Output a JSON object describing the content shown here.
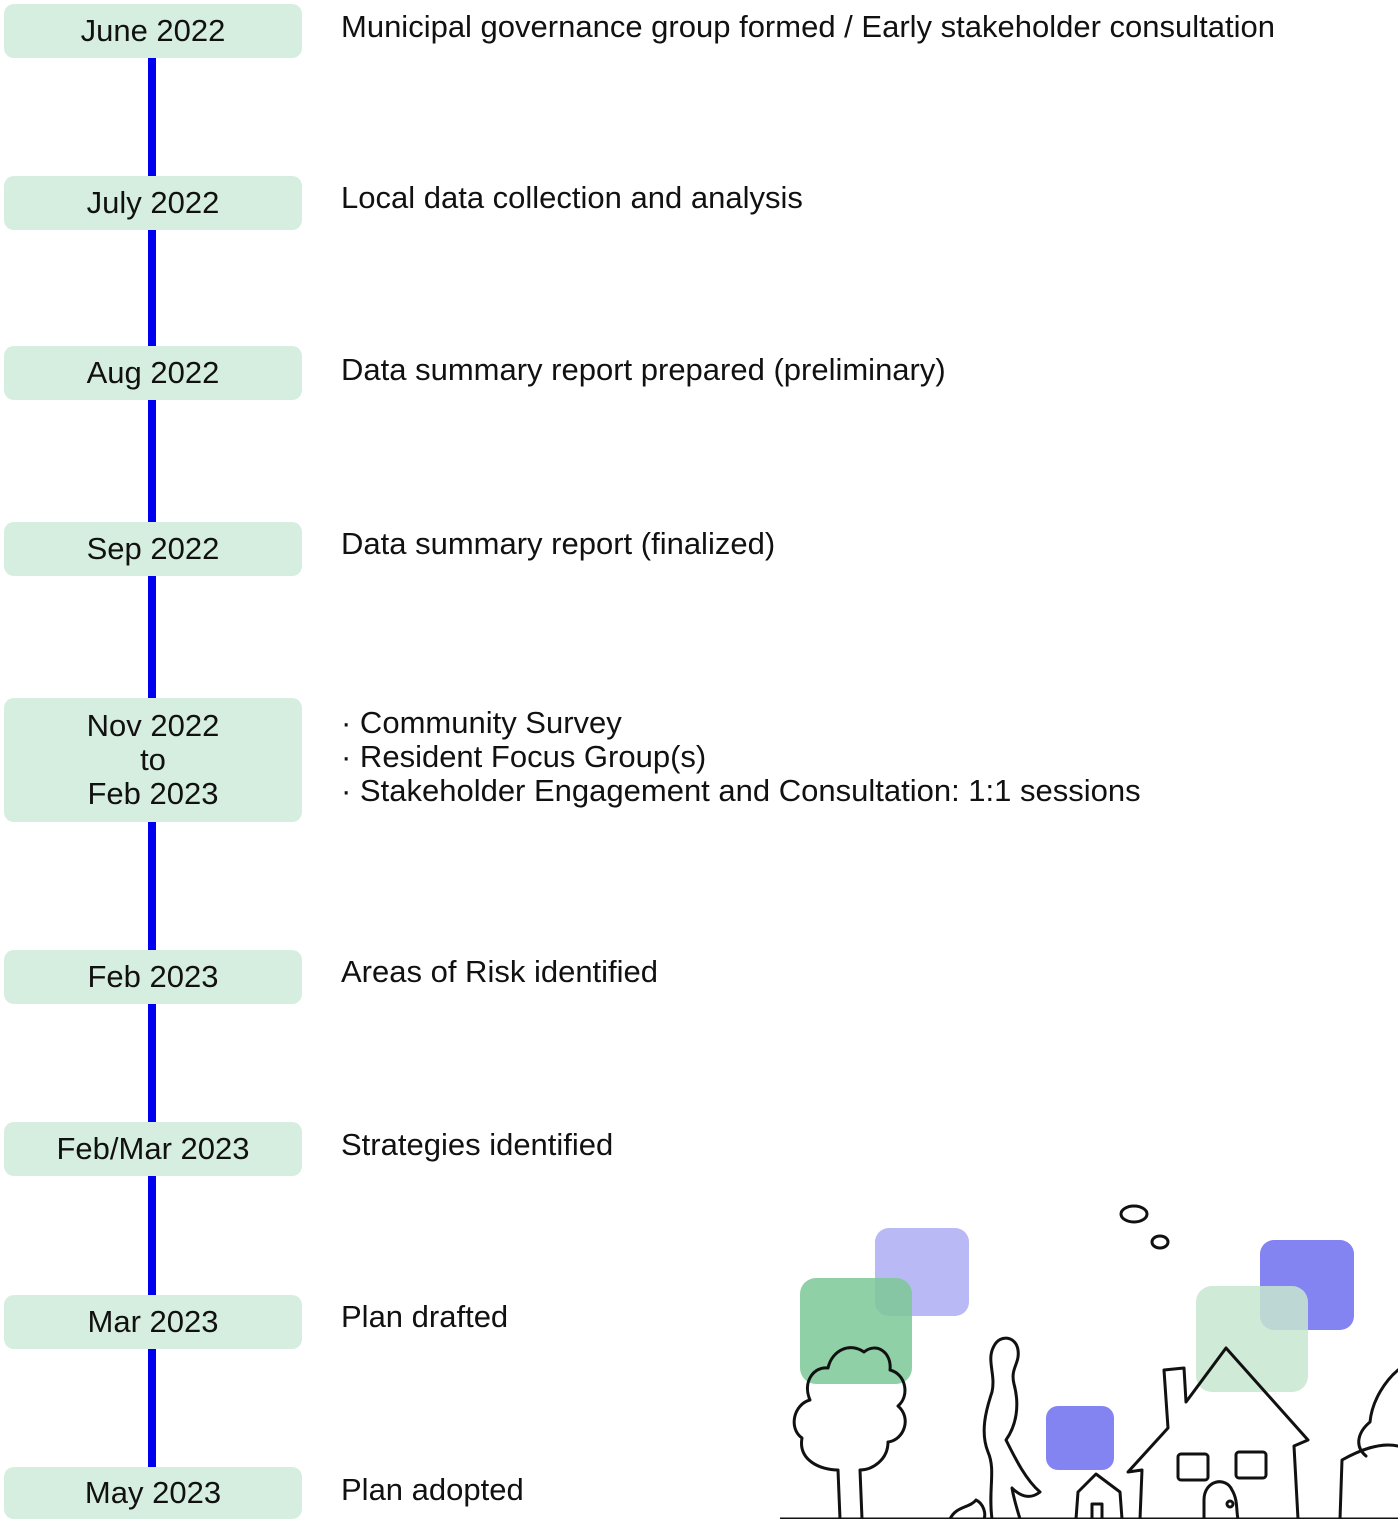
{
  "timeline": [
    {
      "date": "June 2022",
      "event": "Municipal governance group formed / Early stakeholder consultation"
    },
    {
      "date": "July 2022",
      "event": "Local data collection and analysis"
    },
    {
      "date": "Aug 2022",
      "event": "Data summary report prepared (preliminary)"
    },
    {
      "date": "Sep 2022",
      "event": "Data summary report (finalized)"
    },
    {
      "date_lines": [
        "Nov 2022",
        "to",
        "Feb 2023"
      ],
      "event_lines": [
        "· Community Survey",
        "· Resident Focus Group(s)",
        "· Stakeholder Engagement and Consultation: 1:1 sessions"
      ]
    },
    {
      "date": "Feb 2023",
      "event": "Areas of Risk identified"
    },
    {
      "date": "Feb/Mar 2023",
      "event": "Strategies identified"
    },
    {
      "date": "Mar 2023",
      "event": "Plan drafted"
    },
    {
      "date": "May 2023",
      "event": "Plan adopted"
    }
  ],
  "colors": {
    "line": "#0000ee",
    "pill": "#d6eedf",
    "square_green": "#7cc896",
    "square_light_green": "#c7e6cf",
    "square_lavender": "#b9b9f5",
    "square_blue": "#7575f0"
  },
  "illustration": "house-and-trees-line-drawing"
}
